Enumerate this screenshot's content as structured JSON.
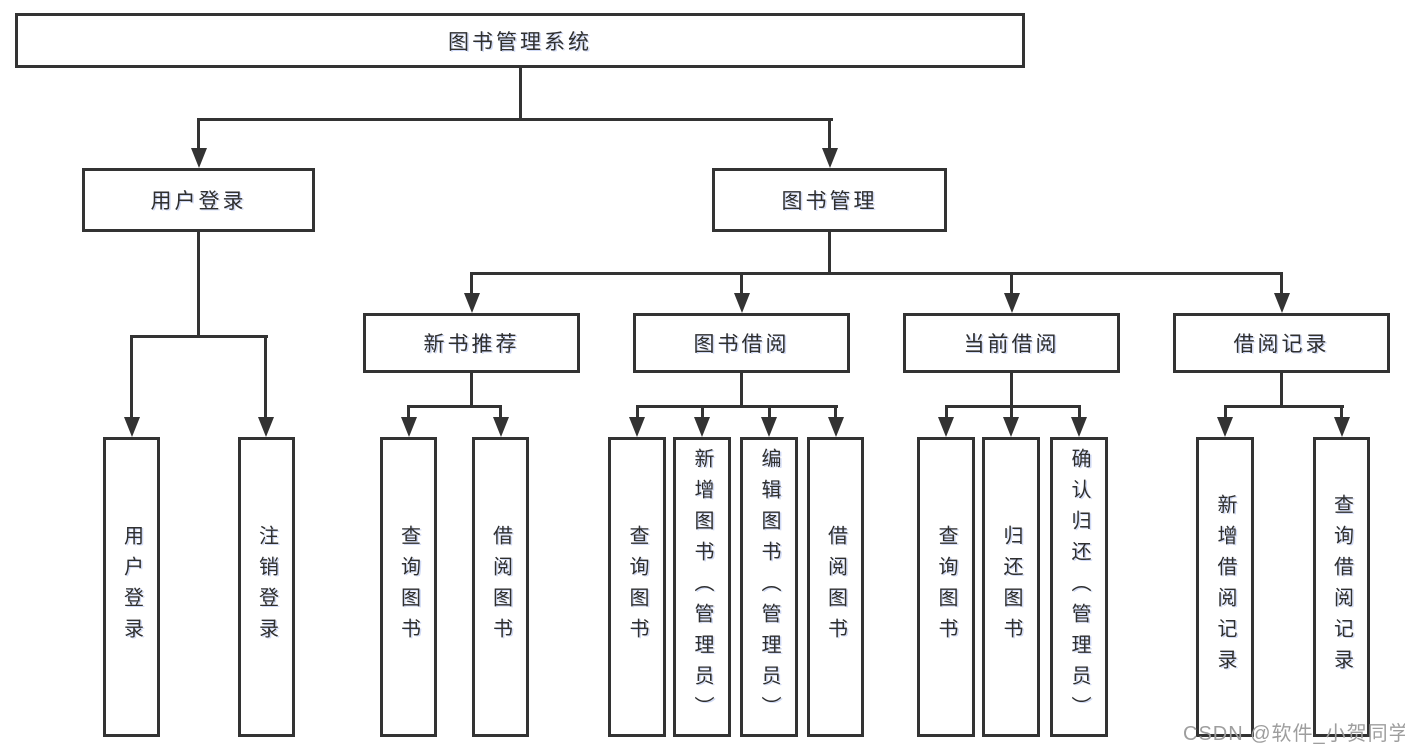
{
  "tree": {
    "root": {
      "label": "图书管理系统",
      "children": [
        {
          "label": "用户登录",
          "children": [
            {
              "label": "用户登录"
            },
            {
              "label": "注销登录"
            }
          ]
        },
        {
          "label": "图书管理",
          "children": [
            {
              "label": "新书推荐",
              "children": [
                {
                  "label": "查询图书"
                },
                {
                  "label": "借阅图书"
                }
              ]
            },
            {
              "label": "图书借阅",
              "children": [
                {
                  "label": "查询图书"
                },
                {
                  "label": "新增图书（管理员）"
                },
                {
                  "label": "编辑图书（管理员）"
                },
                {
                  "label": "借阅图书"
                }
              ]
            },
            {
              "label": "当前借阅",
              "children": [
                {
                  "label": "查询图书"
                },
                {
                  "label": "归还图书"
                },
                {
                  "label": "确认归还（管理员）"
                }
              ]
            },
            {
              "label": "借阅记录",
              "children": [
                {
                  "label": "新增借阅记录"
                },
                {
                  "label": "查询借阅记录"
                }
              ]
            }
          ]
        }
      ]
    }
  },
  "watermark": {
    "text": "CSDN @软件_小贺同学"
  },
  "colors": {
    "line": "#333333",
    "text": "#2f2f2f",
    "watermark": "#9e9e9e",
    "background": "#ffffff"
  }
}
